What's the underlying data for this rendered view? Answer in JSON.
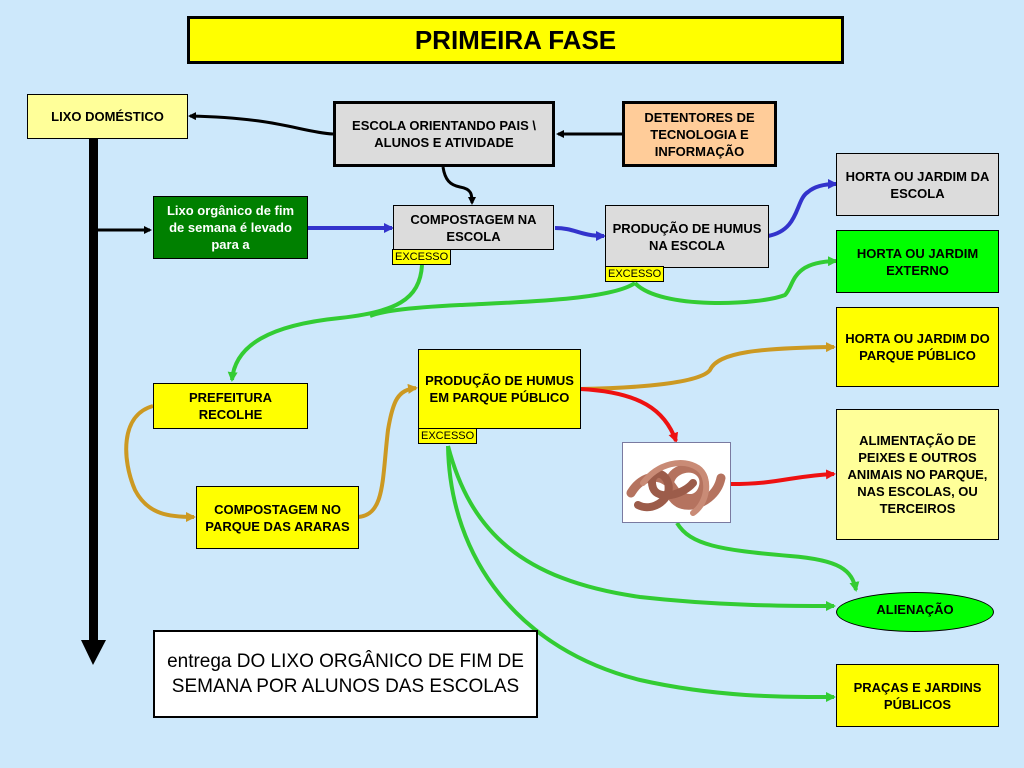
{
  "title": "PRIMEIRA FASE",
  "nodes": {
    "lixo_domestico": "LIXO DOMÉSTICO",
    "escola_orientando": "ESCOLA ORIENTANDO PAIS \\ ALUNOS E ATIVIDADE",
    "detentores": "DETENTORES DE TECNOLOGIA E INFORMAÇÃO",
    "lixo_organico": "Lixo orgânico de fim de semana é levado para a",
    "compostagem_escola": "COMPOSTAGEM NA ESCOLA",
    "producao_humus_escola": "PRODUÇÃO DE HUMUS NA ESCOLA",
    "horta_escola": "HORTA OU JARDIM DA ESCOLA",
    "horta_externo": "HORTA OU JARDIM EXTERNO",
    "horta_parque": "HORTA OU JARDIM DO PARQUE PÚBLICO",
    "prefeitura": "PREFEITURA RECOLHE",
    "producao_humus_parque": "PRODUÇÃO DE HUMUS EM PARQUE PÚBLICO",
    "alimentacao": "ALIMENTAÇÃO DE PEIXES E OUTROS ANIMAIS NO PARQUE, NAS ESCOLAS, OU TERCEIROS",
    "compostagem_araras": "COMPOSTAGEM NO PARQUE DAS ARARAS",
    "alienacao": "ALIENAÇÃO",
    "pracas": "PRAÇAS E JARDINS PÚBLICOS"
  },
  "tags": {
    "excesso_1": "EXCESSO",
    "excesso_2": "EXCESSO",
    "excesso_3": "EXCESSO"
  },
  "note": "entrega DO LIXO ORGÂNICO DE FIM DE SEMANA POR ALUNOS DAS ESCOLAS",
  "colors": {
    "background": "#cde8fb",
    "title_fill": "#ffff00",
    "arrow_black": "#000000",
    "arrow_blue": "#3333cc",
    "arrow_green": "#33cc33",
    "arrow_gold": "#cc9922",
    "arrow_red": "#ee1111"
  },
  "image": {
    "icon": "earthworms-photo"
  }
}
